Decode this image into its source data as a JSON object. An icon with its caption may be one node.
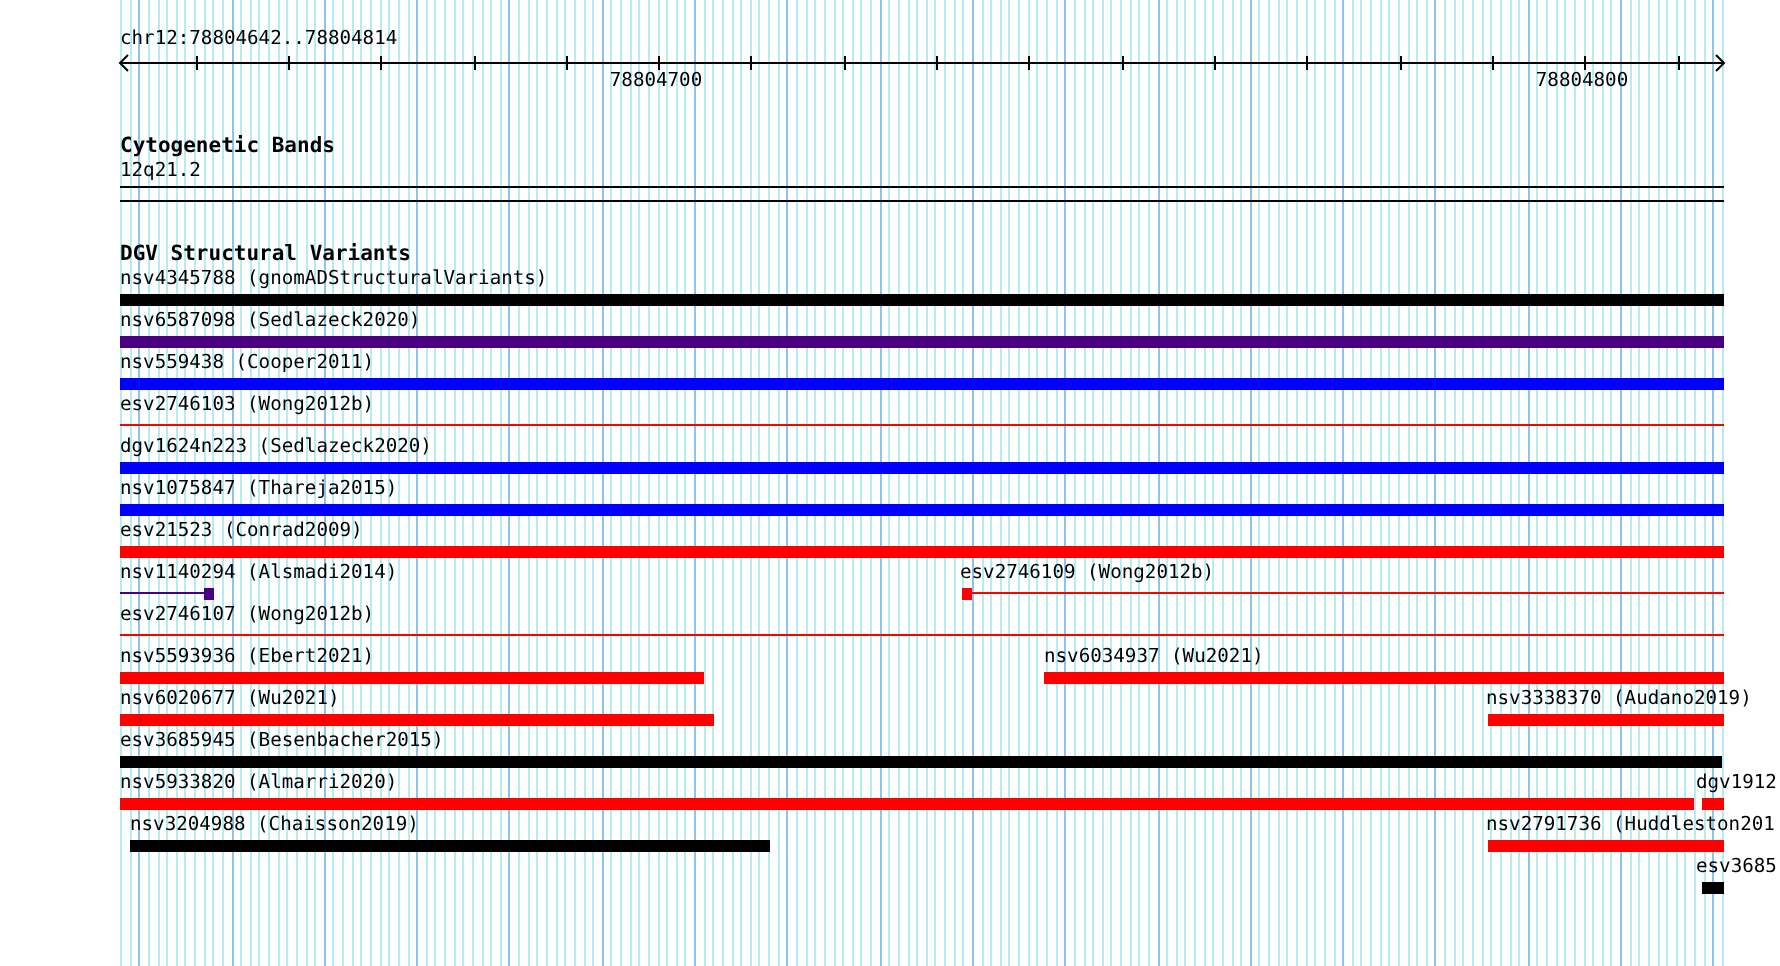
{
  "diagram": {
    "nodes": [
      {
        "text": [
          "nsv4345788 (gnomADStructuralVariants)"
        ]
      },
      {
        "text": [
          "nsv6587098 (Sedlazeck2020)"
        ]
      },
      {
        "text": [
          "nsv559438 (Cooper2011)"
        ]
      },
      {
        "text": [
          "esv2746103 (Wong2012b)"
        ]
      },
      {
        "text": [
          "dgv1624n223 (Sedlazeck2020)"
        ]
      },
      {
        "text": [
          "nsv1075847 (Thareja2015)"
        ]
      },
      {
        "text": [
          "esv21523 (Conrad2009)"
        ]
      },
      {
        "text": [
          "nsv1140294 (Alsmadi2014)"
        ]
      },
      {
        "text": [
          "esv2746109 (Wong2012b)"
        ]
      },
      {
        "text": [
          "esv2746107 (Wong2012b)"
        ]
      },
      {
        "text": [
          "nsv5593936 (Ebert2021)"
        ]
      },
      {
        "text": [
          "nsv6034937 (Wu2021)"
        ]
      },
      {
        "text": [
          "nsv6020677 (Wu2021)"
        ]
      },
      {
        "text": [
          "nsv3338370 (Audano2019)"
        ]
      },
      {
        "text": [
          "esv3685945 (Besenbacher2015)"
        ]
      },
      {
        "text": [
          "nsv5933820 (Almarri2020)"
        ]
      },
      {
        "text": [
          "dgv1912"
        ]
      },
      {
        "text": [
          "nsv3204988 (Chaisson2019)"
        ]
      },
      {
        "text": [
          "nsv2791736 (Huddleston201"
        ]
      },
      {
        "text": [
          "esv3685"
        ]
      }
    ],
    "edges": [],
    "labels": [
      "chr12:78804642..78804814",
      "78804700",
      "78804800",
      "Cytogenetic Bands",
      "12q21.2",
      "DGV Structural Variants"
    ]
  }
}
